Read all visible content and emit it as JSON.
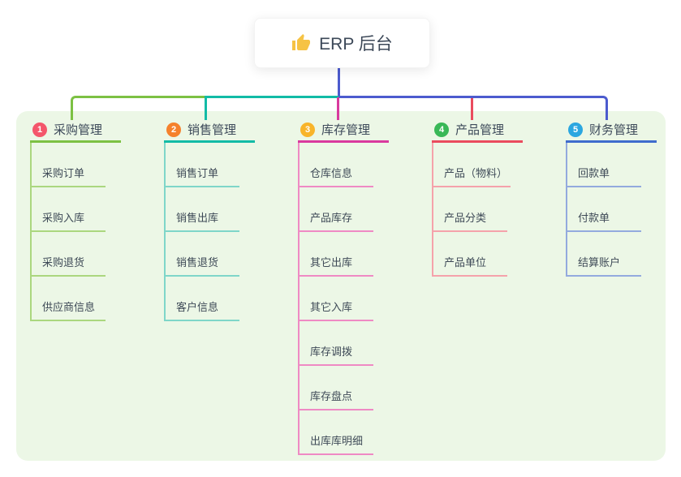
{
  "root": {
    "title": "ERP 后台",
    "icon": "thumbs-up-icon"
  },
  "colors": {
    "canvas_bg": "#ffffff",
    "panel_bg": "#ecf7e6",
    "trunk_blue": "#4c5bce",
    "thumb_icon": "#f6c344",
    "text": "#3d4a5a",
    "branch_lines": [
      "#7cc143",
      "#12bba6",
      "#d93a9e",
      "#ea4b5e",
      "#3f6ccd"
    ],
    "child_lines": [
      "#abd77f",
      "#7fd6c9",
      "#ef8ac4",
      "#f5a2ab",
      "#93aade"
    ],
    "badges": [
      "#f4566b",
      "#f5812c",
      "#f8b42a",
      "#39b857",
      "#2ba7e0"
    ]
  },
  "branches": [
    {
      "num": "1",
      "label": "采购管理",
      "badge_color": "#f4566b",
      "line_color": "#7cc143",
      "child_line_color": "#abd77f",
      "children": [
        "采购订单",
        "采购入库",
        "采购退货",
        "供应商信息"
      ]
    },
    {
      "num": "2",
      "label": "销售管理",
      "badge_color": "#f5812c",
      "line_color": "#12bba6",
      "child_line_color": "#7fd6c9",
      "children": [
        "销售订单",
        "销售出库",
        "销售退货",
        "客户信息"
      ]
    },
    {
      "num": "3",
      "label": "库存管理",
      "badge_color": "#f8b42a",
      "line_color": "#d93a9e",
      "child_line_color": "#ef8ac4",
      "children": [
        "仓库信息",
        "产品库存",
        "其它出库",
        "其它入库",
        "库存调拨",
        "库存盘点",
        "出库库明细"
      ]
    },
    {
      "num": "4",
      "label": "产品管理",
      "badge_color": "#39b857",
      "line_color": "#ea4b5e",
      "child_line_color": "#f5a2ab",
      "children": [
        "产品（物料）",
        "产品分类",
        "产品单位"
      ]
    },
    {
      "num": "5",
      "label": "财务管理",
      "badge_color": "#2ba7e0",
      "line_color": "#3f6ccd",
      "child_line_color": "#93aade",
      "children": [
        "回款单",
        "付款单",
        "结算账户"
      ]
    }
  ]
}
